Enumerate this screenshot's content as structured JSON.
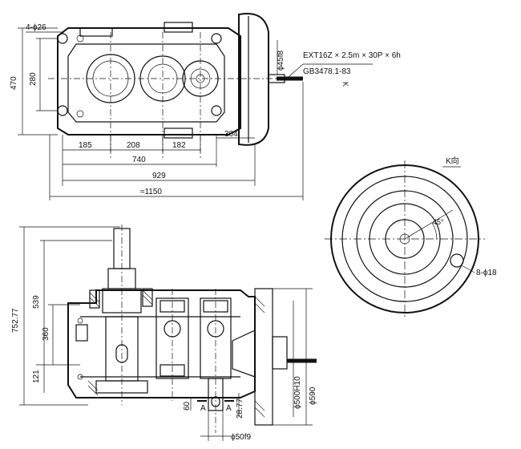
{
  "top_view": {
    "holes": "4-ϕ26",
    "shaft_dia": "ϕ45f8",
    "spline_spec_1": "EXT16Z × 2.5m × 30P × 6h",
    "spline_spec_2": "GB3478.1-83",
    "arrow_mark": "K",
    "dim_470": "470",
    "dim_280": "280",
    "dim_304": "304",
    "dim_185": "185",
    "dim_208": "208",
    "dim_182": "182",
    "dim_740": "740",
    "dim_929": "929",
    "dim_1150": "≈1150"
  },
  "k_view": {
    "title": "K向",
    "holes": "8-ϕ18",
    "angle_label": "45°"
  },
  "section_view": {
    "dim_752": "752.77",
    "dim_539": "539",
    "dim_360": "360",
    "dim_121": "121",
    "dim_60": "60",
    "dim_28": "28.77",
    "section_mark_a1": "A",
    "section_mark_a2": "A",
    "dia_50f9": "ϕ50f9",
    "dia_500": "ϕ500H10",
    "dia_590": "ϕ590"
  }
}
